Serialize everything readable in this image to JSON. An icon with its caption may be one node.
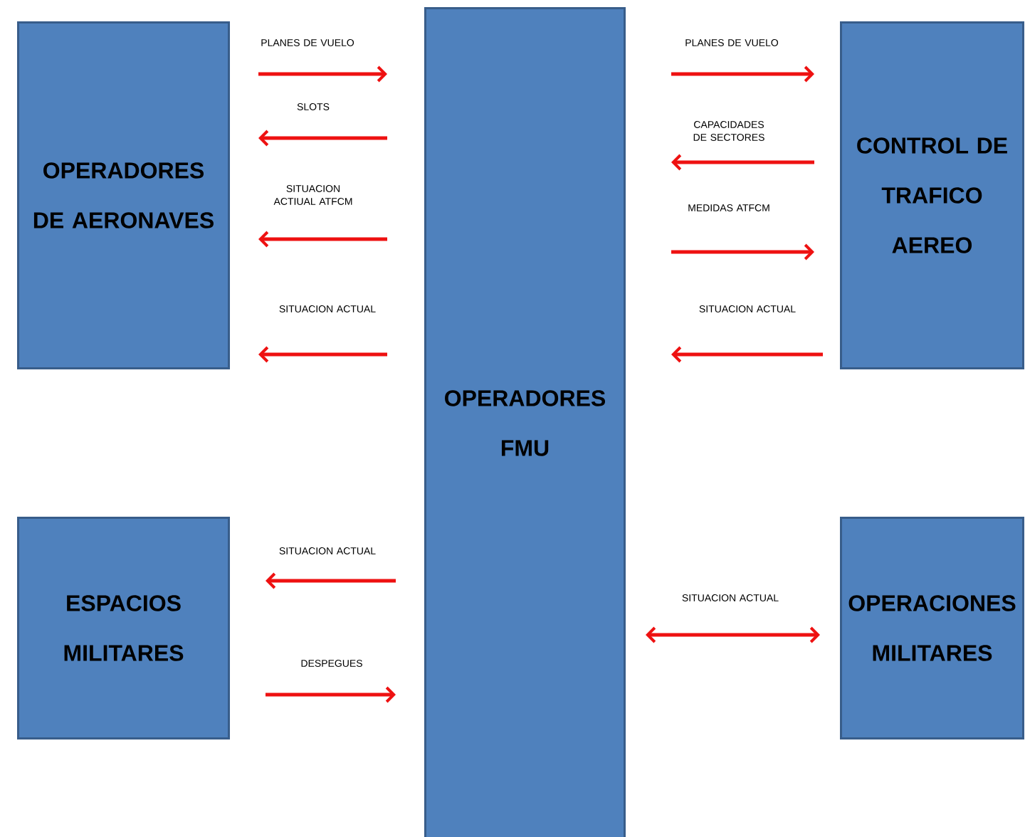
{
  "diagram": {
    "nodes": [
      {
        "text": [
          "OPERADORES DE AERONAVES"
        ]
      },
      {
        "text": [
          "OPERADORES FMU"
        ]
      },
      {
        "text": [
          "CONTROL DE TRAFICO AEREO"
        ]
      },
      {
        "text": [
          "ESPACIOS MILITARES"
        ]
      },
      {
        "text": [
          "OPERACIONES MILITARES"
        ]
      }
    ],
    "edges": [
      {
        "from": 0,
        "to": 1,
        "arrow": "to",
        "label": "PLANES DE VUELO"
      },
      {
        "from": 1,
        "to": 0,
        "arrow": "to",
        "label": "SLOTS"
      },
      {
        "from": 1,
        "to": 0,
        "arrow": "to",
        "label": "SITUACION ACTIUAL ATFCM"
      },
      {
        "from": 1,
        "to": 0,
        "arrow": "to",
        "label": "SITUACION ACTUAL"
      },
      {
        "from": 1,
        "to": 2,
        "arrow": "to",
        "label": "PLANES DE VUELO"
      },
      {
        "from": 2,
        "to": 1,
        "arrow": "to",
        "label": "CAPACIDADES DE SECTORES"
      },
      {
        "from": 1,
        "to": 2,
        "arrow": "to",
        "label": "MEDIDAS ATFCM"
      },
      {
        "from": 2,
        "to": 1,
        "arrow": "to",
        "label": "SITUACION ACTUAL"
      },
      {
        "from": 1,
        "to": 3,
        "arrow": "to",
        "label": "SITUACION ACTUAL"
      },
      {
        "from": 3,
        "to": 1,
        "arrow": "to",
        "label": "DESPEGUES"
      },
      {
        "from": 1,
        "to": 4,
        "arrow": "both",
        "label": "SITUACION ACTUAL"
      }
    ]
  }
}
